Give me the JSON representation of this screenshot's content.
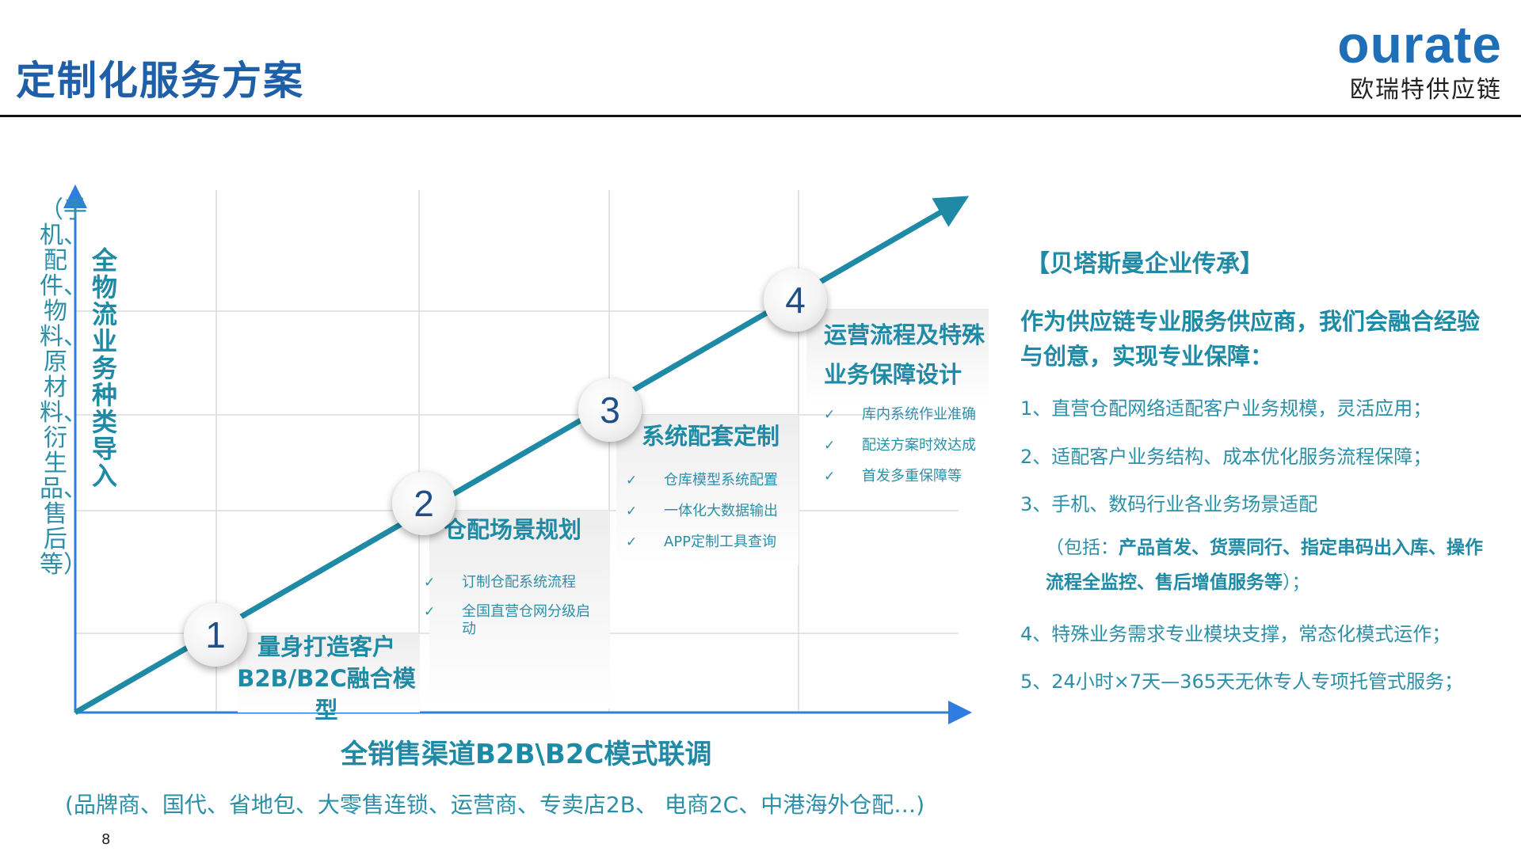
{
  "header": {
    "title": "定制化服务方案",
    "logo_word": "ourate",
    "logo_sub": "欧瑞特供应链"
  },
  "diagram": {
    "y_axis_label_paren": "（手机、配件、物料、原材料、衍生品、售后等）",
    "y_axis_label_main": "全物流业务种类导入",
    "x_axis_title": "全销售渠道B2B\\B2C模式联调",
    "x_axis_note": "(品牌商、国代、省地包、大零售连锁、运营商、专卖店2B、 电商2C、中港海外仓配…)",
    "stages": [
      {
        "number": "1",
        "title": "量身打造客户B2B/B2C融合模型",
        "items": []
      },
      {
        "number": "2",
        "title": "仓配场景规划",
        "items": [
          "订制仓配系统流程",
          "全国直营仓网分级启动"
        ]
      },
      {
        "number": "3",
        "title": "系统配套定制",
        "items": [
          "仓库模型系统配置",
          "一体化大数据输出",
          "APP定制工具查询"
        ]
      },
      {
        "number": "4",
        "title": "运营流程及特殊业务保障设计",
        "items": [
          "库内系统作业准确",
          "配送方案时效达成",
          "首发多重保障等"
        ]
      }
    ],
    "check_symbol": "✓",
    "colors": {
      "accent": "#1e8aa5",
      "number": "#1f4f8a",
      "axis": "#2f7de1"
    }
  },
  "right": {
    "heading": "【贝塔斯曼企业传承】",
    "intro": "作为供应链专业服务供应商，我们会融合经验与创意，实现专业保障：",
    "lines": [
      "1、直营仓配网络适配客户业务规模，灵活应用；",
      "2、适配客户业务结构、成本优化服务流程保障；",
      "3、手机、数码行业各业务场景适配"
    ],
    "sub_prefix": "（包括：",
    "sub_bold": "产品首发、货票同行、指定串码出入库、操作流程全监控、售后增值服务等",
    "sub_suffix": "）；",
    "lines2": [
      "4、特殊业务需求专业模块支撑，常态化模式运作；",
      "5、24小时×7天—365天无休专人专项托管式服务；"
    ]
  },
  "page_number": "8"
}
